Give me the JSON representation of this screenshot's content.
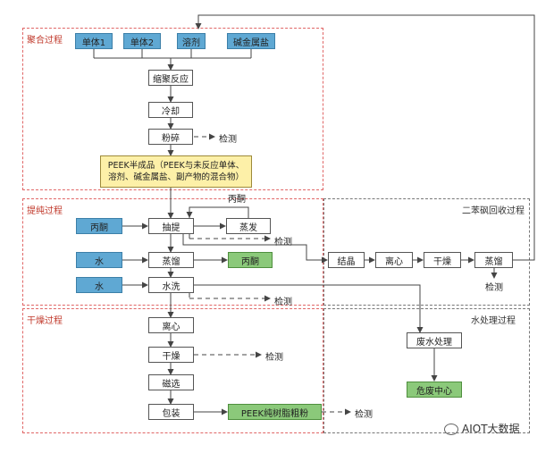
{
  "regions": {
    "polymerization": "聚合过程",
    "purification": "提纯过程",
    "drying": "干燥过程",
    "solvent_recovery": "二苯砜回收过程",
    "water_treatment": "水处理过程"
  },
  "inputs": {
    "monomer1": "单体1",
    "monomer2": "单体2",
    "solvent": "溶剂",
    "alkali_salt": "碱金属盐",
    "acetone": "丙酮",
    "water1": "水",
    "water2": "水"
  },
  "steps": {
    "polycondensation": "缩聚反应",
    "cooling": "冷却",
    "crushing": "粉碎",
    "peek_semi": "PEEK半成品（PEEK与未反应单体、溶剂、碱金属盐、副产物的混合物）",
    "extraction": "抽提",
    "evaporation": "蒸发",
    "distillation": "蒸馏",
    "acetone_out": "丙酮",
    "water_wash": "水洗",
    "centrifuge": "离心",
    "drying": "干燥",
    "magnetic": "磁选",
    "packaging": "包装",
    "peek_powder": "PEEK纯树脂粗粉",
    "crystallization": "结晶",
    "centrifuge2": "离心",
    "drying2": "干燥",
    "distillation2": "蒸馏",
    "wastewater": "废水处理",
    "hazardous": "危废中心"
  },
  "labels": {
    "acetone_loop": "丙酮",
    "inspect1": "检测",
    "inspect2": "检测",
    "inspect3": "检测",
    "inspect4": "检测",
    "inspect5": "检测",
    "inspect6": "检测"
  },
  "watermark": "AIOT大数据"
}
